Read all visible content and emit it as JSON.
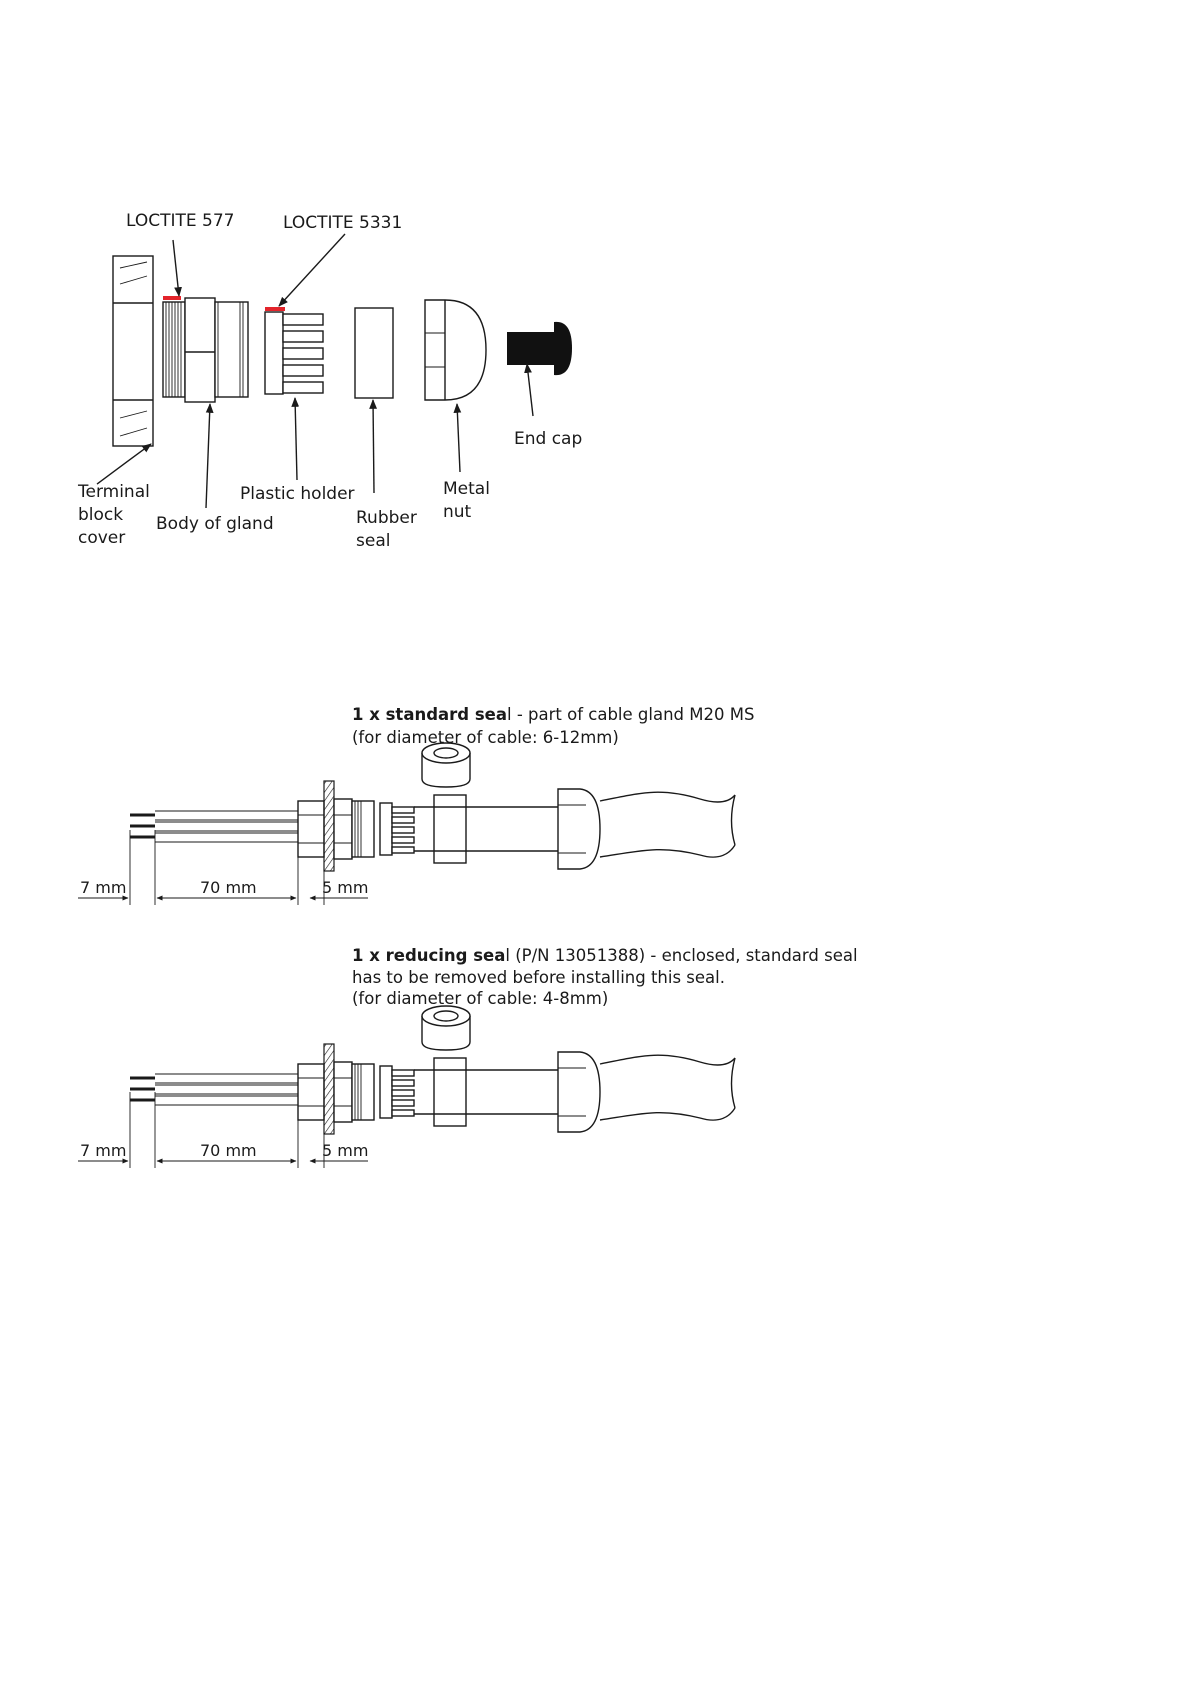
{
  "exploded_view": {
    "labels": {
      "loctite_577": "LOCTITE 577",
      "loctite_5331": "LOCTITE 5331",
      "end_cap": "End cap",
      "terminal_block_cover": [
        "Terminal",
        "block",
        "cover"
      ],
      "body_of_gland": "Body of gland",
      "plastic_holder": "Plastic holder",
      "rubber_seal": [
        "Rubber",
        "seal"
      ],
      "metal_nut": [
        "Metal",
        "nut"
      ]
    },
    "sealant_color": "#e3242b"
  },
  "standard_seal": {
    "caption_bold": "1 x standard sea",
    "caption_rest": "l - part of cable gland M20 MS",
    "caption_line2": "(for diameter of cable: 6-12mm)",
    "dims": [
      "7 mm",
      "70 mm",
      "5 mm"
    ]
  },
  "reducing_seal": {
    "caption_bold": "1 x reducing sea",
    "caption_rest": "l (P/N 13051388) - enclosed, standard seal",
    "caption_line2": "has to be removed before installing this seal.",
    "caption_line3": "(for diameter of cable: 4-8mm)",
    "dims": [
      "7 mm",
      "70 mm",
      "5 mm"
    ]
  }
}
